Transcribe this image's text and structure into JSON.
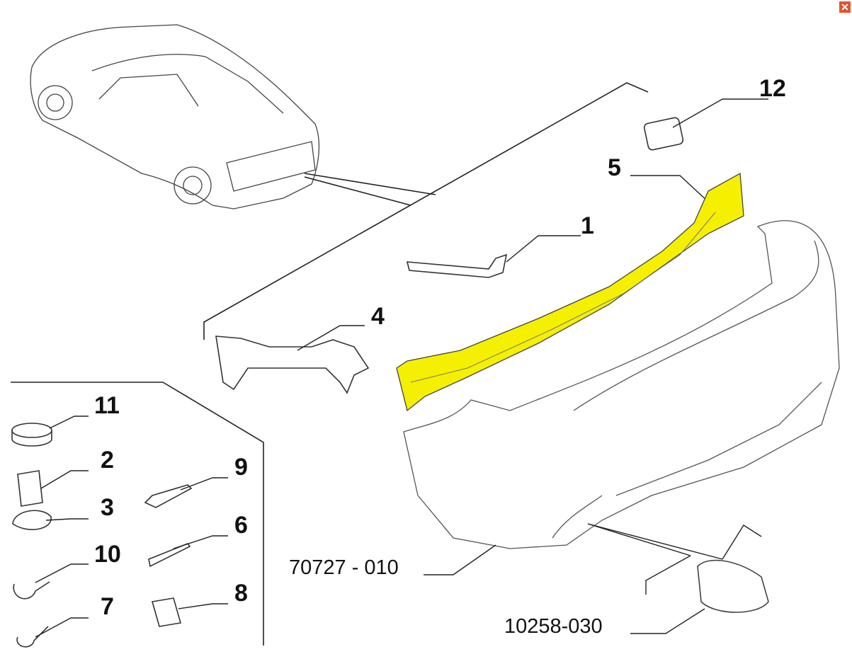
{
  "close_icon": "close-icon",
  "callouts": {
    "p12": "12",
    "p5": "5",
    "p1": "1",
    "p4": "4",
    "p11": "11",
    "p2": "2",
    "p9": "9",
    "p3": "3",
    "p6": "6",
    "p10": "10",
    "p7": "7",
    "p8": "8"
  },
  "part_codes": {
    "bumper": "70727 - 010",
    "exhaust_tip": "10258-030"
  },
  "colors": {
    "highlight": "#f5f000",
    "close": "#e0552e"
  }
}
